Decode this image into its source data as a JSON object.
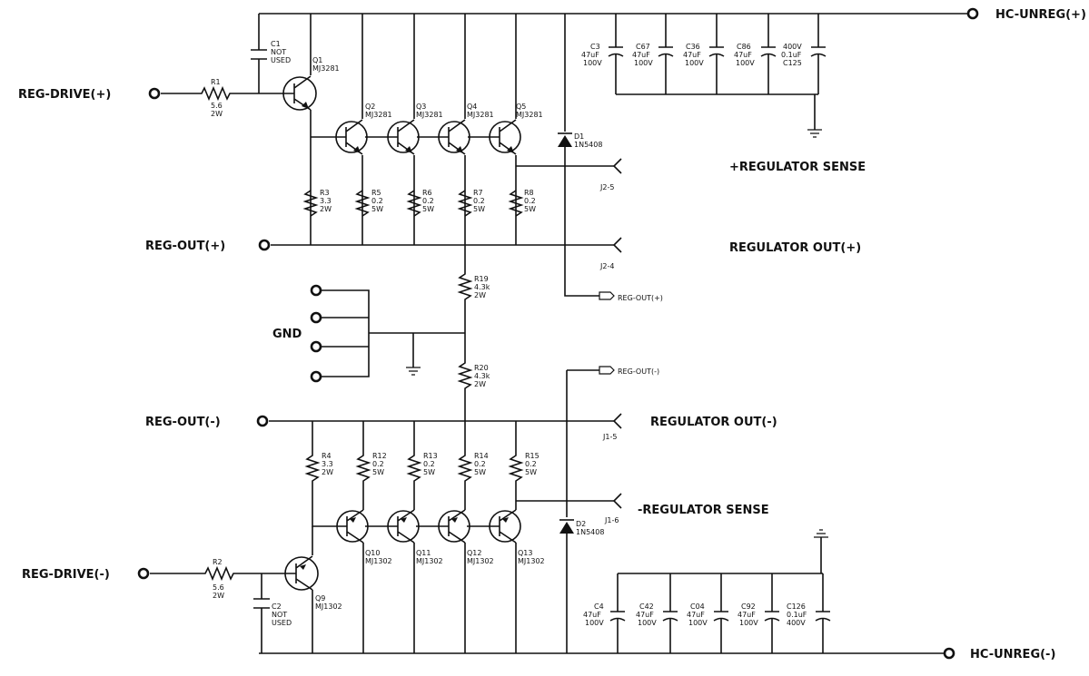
{
  "terminals": {
    "hc_unreg_pos": "HC-UNREG(+)",
    "hc_unreg_neg": "HC-UNREG(-)",
    "reg_drive_pos": "REG-DRIVE(+)",
    "reg_drive_neg": "REG-DRIVE(-)",
    "reg_out_pos": "REG-OUT(+)",
    "reg_out_neg": "REG-OUT(-)",
    "gnd": "GND"
  },
  "signals": {
    "pos_sense": "+REGULATOR SENSE",
    "pos_out": "REGULATOR OUT(+)",
    "neg_out": "REGULATOR OUT(-)",
    "neg_sense": "-REGULATOR SENSE"
  },
  "connectors": {
    "j2_5": "J2-5",
    "j2_4": "J2-4",
    "j1_5": "J1-5",
    "j1_6": "J1-6",
    "flag_pos": "REG-OUT(+)",
    "flag_neg": "REG-OUT(-)"
  },
  "components": {
    "c1": [
      "C1",
      "NOT",
      "USED"
    ],
    "c2": [
      "C2",
      "NOT",
      "USED"
    ],
    "r1": [
      "R1",
      "5.6",
      "2W"
    ],
    "r2": [
      "R2",
      "5.6",
      "2W"
    ],
    "q1": [
      "Q1",
      "MJ3281"
    ],
    "q2": [
      "Q2",
      "MJ3281"
    ],
    "q3": [
      "Q3",
      "MJ3281"
    ],
    "q4": [
      "Q4",
      "MJ3281"
    ],
    "q5": [
      "Q5",
      "MJ3281"
    ],
    "q9": [
      "Q9",
      "MJ1302"
    ],
    "q10": [
      "Q10",
      "MJ1302"
    ],
    "q11": [
      "Q11",
      "MJ1302"
    ],
    "q12": [
      "Q12",
      "MJ1302"
    ],
    "q13": [
      "Q13",
      "MJ1302"
    ],
    "d1": [
      "D1",
      "1N5408"
    ],
    "d2": [
      "D2",
      "1N5408"
    ],
    "r3": [
      "R3",
      "3.3",
      "2W"
    ],
    "r4": [
      "R4",
      "3.3",
      "2W"
    ],
    "r5": [
      "R5",
      "0.2",
      "5W"
    ],
    "r6": [
      "R6",
      "0.2",
      "5W"
    ],
    "r7": [
      "R7",
      "0.2",
      "5W"
    ],
    "r8": [
      "R8",
      "0.2",
      "5W"
    ],
    "r12": [
      "R12",
      "0.2",
      "5W"
    ],
    "r13": [
      "R13",
      "0.2",
      "5W"
    ],
    "r14": [
      "R14",
      "0.2",
      "5W"
    ],
    "r15": [
      "R15",
      "0.2",
      "5W"
    ],
    "r19": [
      "R19",
      "4.3k",
      "2W"
    ],
    "r20": [
      "R20",
      "4.3k",
      "2W"
    ],
    "c3": [
      "C3",
      "47uF",
      "100V"
    ],
    "c67": [
      "C67",
      "47uF",
      "100V"
    ],
    "c36": [
      "C36",
      "47uF",
      "100V"
    ],
    "c86": [
      "C86",
      "47uF",
      "100V"
    ],
    "c125": [
      "400V",
      "0.1uF",
      "C125"
    ],
    "c4": [
      "C4",
      "47uF",
      "100V"
    ],
    "c42": [
      "C42",
      "47uF",
      "100V"
    ],
    "c04": [
      "C04",
      "47uF",
      "100V"
    ],
    "c92": [
      "C92",
      "47uF",
      "100V"
    ],
    "c126": [
      "C126",
      "0.1uF",
      "400V"
    ]
  }
}
